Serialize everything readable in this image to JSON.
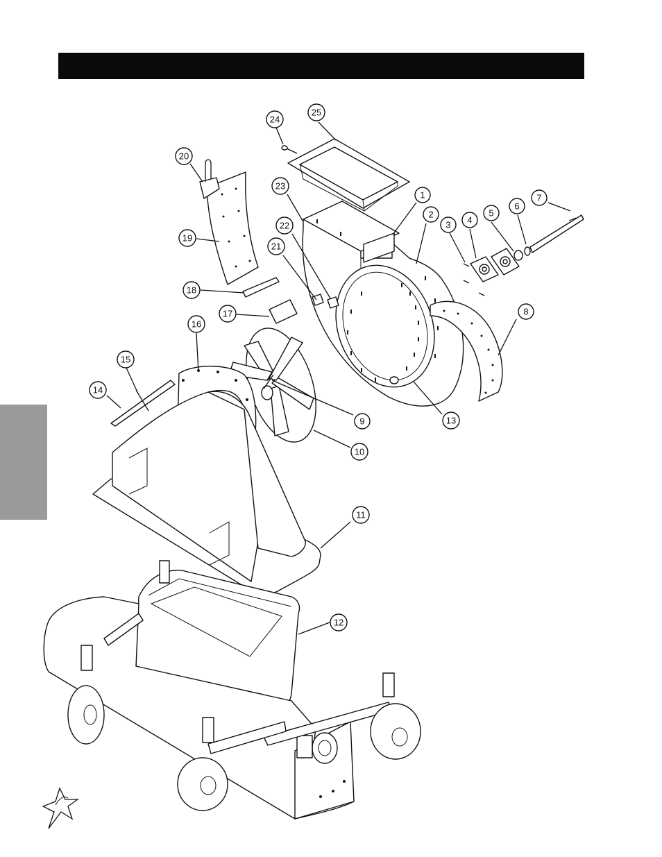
{
  "header": {
    "title_text": ""
  },
  "side_tab": {
    "text": ""
  },
  "callouts": [
    {
      "id": "1",
      "label": "1"
    },
    {
      "id": "2",
      "label": "2"
    },
    {
      "id": "3",
      "label": "3"
    },
    {
      "id": "4",
      "label": "4"
    },
    {
      "id": "5",
      "label": "5"
    },
    {
      "id": "6",
      "label": "6"
    },
    {
      "id": "7",
      "label": "7"
    },
    {
      "id": "8",
      "label": "8"
    },
    {
      "id": "9",
      "label": "9"
    },
    {
      "id": "10",
      "label": "10"
    },
    {
      "id": "11",
      "label": "11"
    },
    {
      "id": "12",
      "label": "12"
    },
    {
      "id": "13",
      "label": "13"
    },
    {
      "id": "14",
      "label": "14"
    },
    {
      "id": "15",
      "label": "15"
    },
    {
      "id": "16",
      "label": "16"
    },
    {
      "id": "17",
      "label": "17"
    },
    {
      "id": "18",
      "label": "18"
    },
    {
      "id": "19",
      "label": "19"
    },
    {
      "id": "20",
      "label": "20"
    },
    {
      "id": "21",
      "label": "21"
    },
    {
      "id": "22",
      "label": "22"
    },
    {
      "id": "23",
      "label": "23"
    },
    {
      "id": "24",
      "label": "24"
    },
    {
      "id": "25",
      "label": "25"
    }
  ],
  "logo": {
    "icon": "star-logo-icon"
  }
}
